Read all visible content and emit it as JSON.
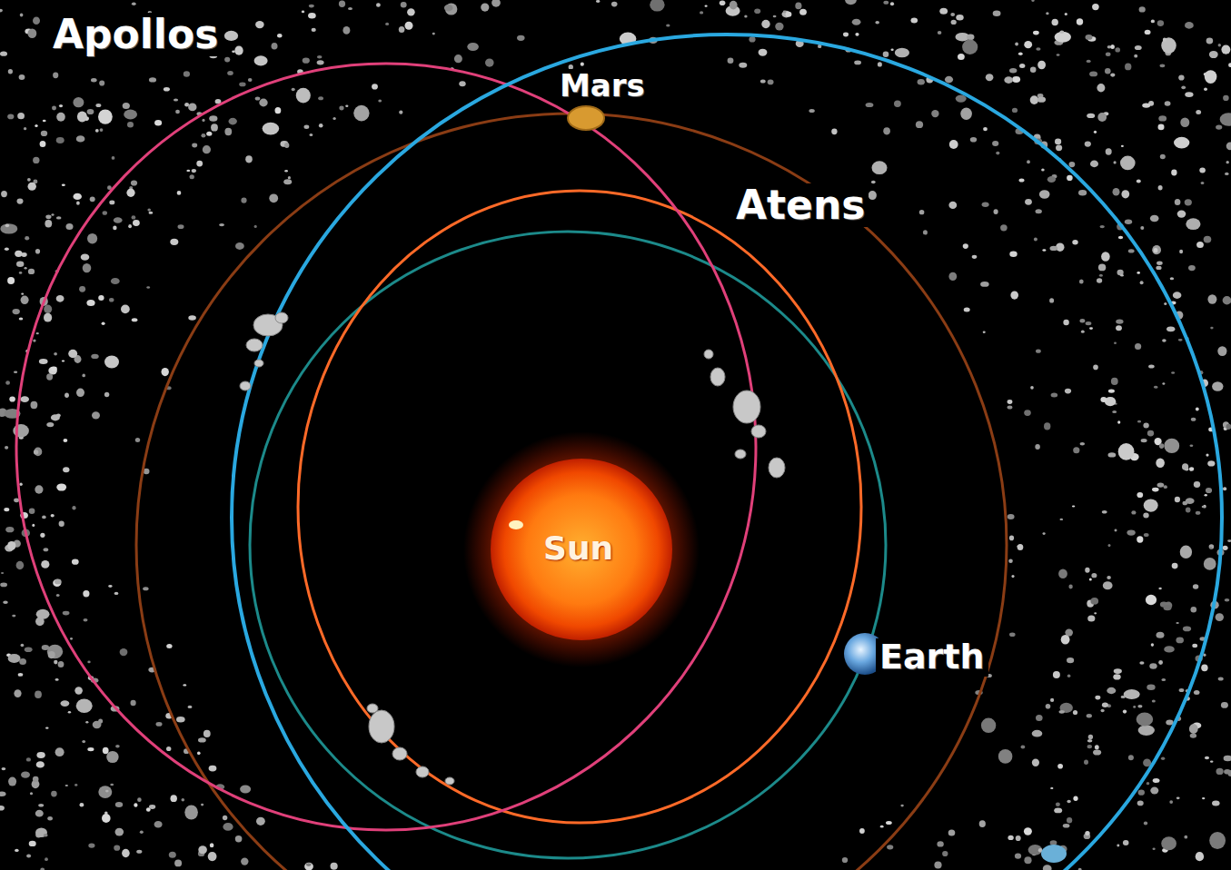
{
  "diagram": {
    "labels": [
      "Apollos",
      "Mars",
      "Atens",
      "Sun",
      "Earth"
    ]
  }
}
